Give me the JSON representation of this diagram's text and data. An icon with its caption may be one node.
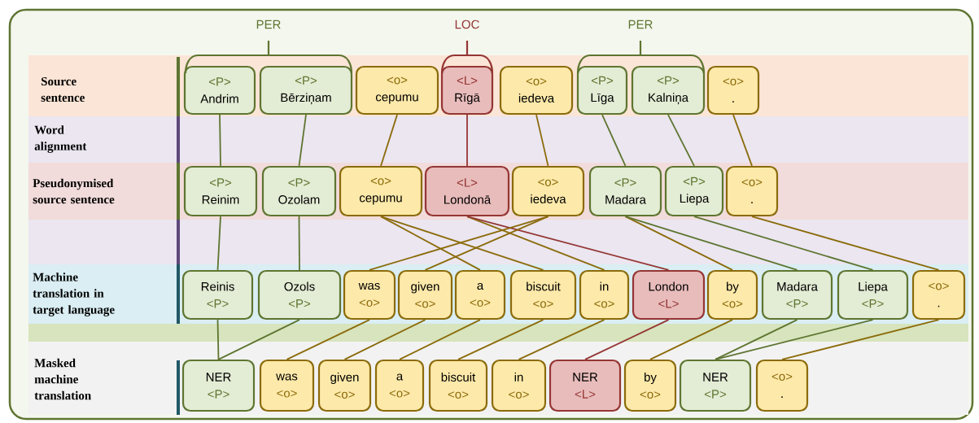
{
  "diagram": {
    "nodes": [
      {
        "text": [
          "<P>",
          "Andrim"
        ]
      },
      {
        "text": [
          "<P>",
          "Bērziņam"
        ]
      },
      {
        "text": [
          "<o>",
          "cepumu"
        ]
      },
      {
        "text": [
          "<L>",
          "Rīgā"
        ]
      },
      {
        "text": [
          "<o>",
          "iedeva"
        ]
      },
      {
        "text": [
          "<P>",
          "Līga"
        ]
      },
      {
        "text": [
          "<P>",
          "Kalniņa"
        ]
      },
      {
        "text": [
          "<o>",
          "."
        ]
      },
      {
        "text": [
          "<P>",
          "Reinim"
        ]
      },
      {
        "text": [
          "<P>",
          "Ozolam"
        ]
      },
      {
        "text": [
          "<o>",
          "cepumu"
        ]
      },
      {
        "text": [
          "<L>",
          "Londonā"
        ]
      },
      {
        "text": [
          "<o>",
          "iedeva"
        ]
      },
      {
        "text": [
          "<P>",
          "Madara"
        ]
      },
      {
        "text": [
          "<P>",
          "Liepa"
        ]
      },
      {
        "text": [
          "<o>",
          "."
        ]
      },
      {
        "text": [
          "Reinis",
          "<P>"
        ]
      },
      {
        "text": [
          "Ozols",
          "<P>"
        ]
      },
      {
        "text": [
          "was",
          "<o>"
        ]
      },
      {
        "text": [
          "given",
          "<o>"
        ]
      },
      {
        "text": [
          "a",
          "<o>"
        ]
      },
      {
        "text": [
          "biscuit",
          "<o>"
        ]
      },
      {
        "text": [
          "in",
          "<o>"
        ]
      },
      {
        "text": [
          "London",
          "<L>"
        ]
      },
      {
        "text": [
          "by",
          "<o>"
        ]
      },
      {
        "text": [
          "Madara",
          "<P>"
        ]
      },
      {
        "text": [
          "Liepa",
          "<P>"
        ]
      },
      {
        "text": [
          "<o>",
          "."
        ]
      },
      {
        "text": [
          "NER",
          "<P>"
        ]
      },
      {
        "text": [
          "was",
          "<o>"
        ]
      },
      {
        "text": [
          "given",
          "<o>"
        ]
      },
      {
        "text": [
          "a",
          "<o>"
        ]
      },
      {
        "text": [
          "biscuit",
          "<o>"
        ]
      },
      {
        "text": [
          "in",
          "<o>"
        ]
      },
      {
        "text": [
          "NER",
          "<L>"
        ]
      },
      {
        "text": [
          "by",
          "<o>"
        ]
      },
      {
        "text": [
          "NER",
          "<P>"
        ]
      },
      {
        "text": [
          "<o>",
          "."
        ]
      }
    ],
    "edges": [
      {
        "from": 0,
        "to": 8,
        "arrow": "none",
        "color": "#5e7531"
      },
      {
        "from": 1,
        "to": 9,
        "arrow": "none",
        "color": "#5e7531"
      },
      {
        "from": 2,
        "to": 10,
        "arrow": "none"
      },
      {
        "from": 3,
        "to": 11,
        "arrow": "none",
        "color": "#943634"
      },
      {
        "from": 4,
        "to": 12,
        "arrow": "none"
      },
      {
        "from": 5,
        "to": 13,
        "arrow": "none",
        "color": "#5e7531"
      },
      {
        "from": 6,
        "to": 14,
        "arrow": "none",
        "color": "#5e7531"
      },
      {
        "from": 7,
        "to": 15,
        "arrow": "none"
      },
      {
        "from": 8,
        "to": 16,
        "arrow": "none",
        "color": "#5e7531"
      },
      {
        "from": 9,
        "to": 17,
        "arrow": "none",
        "color": "#5e7531"
      },
      {
        "from": 10,
        "to": 20,
        "arrow": "none"
      },
      {
        "from": 10,
        "to": 21,
        "arrow": "none"
      },
      {
        "from": 11,
        "to": 22,
        "arrow": "none"
      },
      {
        "from": 11,
        "to": 23,
        "arrow": "none",
        "color": "#943634"
      },
      {
        "from": 12,
        "to": 18,
        "arrow": "none"
      },
      {
        "from": 12,
        "to": 19,
        "arrow": "none"
      },
      {
        "from": 13,
        "to": 24,
        "arrow": "none"
      },
      {
        "from": 13,
        "to": 25,
        "arrow": "none",
        "color": "#5e7531"
      },
      {
        "from": 14,
        "to": 26,
        "arrow": "none",
        "color": "#5e7531"
      },
      {
        "from": 15,
        "to": 27,
        "arrow": "none"
      },
      {
        "from": 16,
        "to": 28,
        "arrow": "none",
        "color": "#5e7531"
      },
      {
        "from": 17,
        "to": 28,
        "arrow": "none",
        "color": "#5e7531"
      },
      {
        "from": 18,
        "to": 29,
        "arrow": "none"
      },
      {
        "from": 19,
        "to": 30,
        "arrow": "none"
      },
      {
        "from": 20,
        "to": 31,
        "arrow": "none"
      },
      {
        "from": 21,
        "to": 32,
        "arrow": "none"
      },
      {
        "from": 22,
        "to": 33,
        "arrow": "none"
      },
      {
        "from": 23,
        "to": 34,
        "arrow": "none",
        "color": "#943634"
      },
      {
        "from": 24,
        "to": 35,
        "arrow": "none"
      },
      {
        "from": 25,
        "to": 36,
        "arrow": "none",
        "color": "#5e7531"
      },
      {
        "from": 26,
        "to": 36,
        "arrow": "none",
        "color": "#5e7531"
      },
      {
        "from": 27,
        "to": 37,
        "arrow": "none"
      }
    ],
    "labels": [
      "PER",
      "LOC",
      "PER",
      "Source sentence",
      "Word alignment",
      "Pseudonymised source sentence",
      "Machine translation in target language",
      "Masked machine translation"
    ]
  }
}
